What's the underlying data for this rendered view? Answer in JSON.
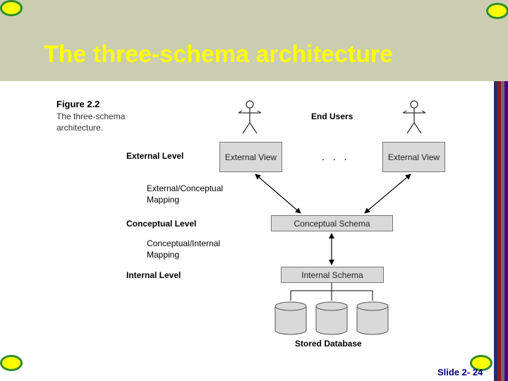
{
  "slide": {
    "title": "The three-schema architecture",
    "number": "Slide 2- 24"
  },
  "figure": {
    "label": "Figure 2.2",
    "caption": "The three-schema architecture."
  },
  "diagram": {
    "levels": {
      "external": "External Level",
      "conceptual": "Conceptual Level",
      "internal": "Internal Level"
    },
    "mappings": {
      "external_conceptual": "External/Conceptual Mapping",
      "conceptual_internal": "Conceptual/Internal Mapping"
    },
    "end_users": "End Users",
    "views": [
      "External View",
      "External View"
    ],
    "ellipsis": ". . .",
    "conceptual_schema": "Conceptual Schema",
    "internal_schema": "Internal Schema",
    "stored_database": "Stored Database"
  },
  "colors": {
    "header_bg": "#cbcdb0",
    "title": "#ffff00",
    "box_fill": "#d9d9d9"
  }
}
